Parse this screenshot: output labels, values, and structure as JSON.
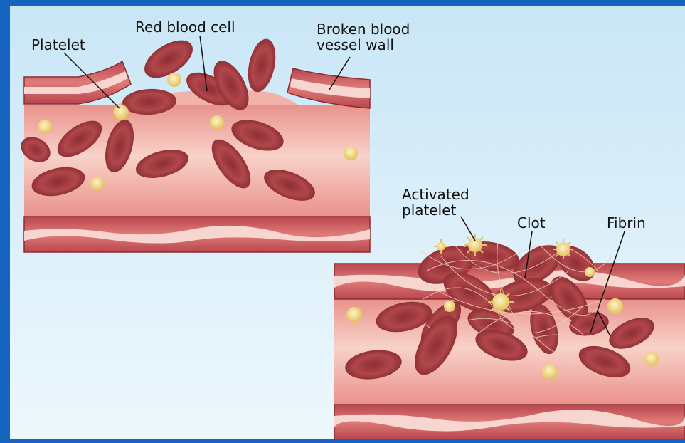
{
  "labels": {
    "platelet": "Platelet",
    "red_blood_cell": "Red blood cell",
    "broken_vessel_line1": "Broken blood",
    "broken_vessel_line2": "vessel wall",
    "activated_platelet_line1": "Activated",
    "activated_platelet_line2": "platelet",
    "clot": "Clot",
    "fibrin": "Fibrin"
  },
  "colors": {
    "frame_blue": "#1565c0",
    "background": "#d6ecf8",
    "vessel_wall": "#c8525a",
    "vessel_lumen": "#f6c4bb",
    "red_blood_cell": "#b0464a",
    "platelet": "#efd47e"
  }
}
